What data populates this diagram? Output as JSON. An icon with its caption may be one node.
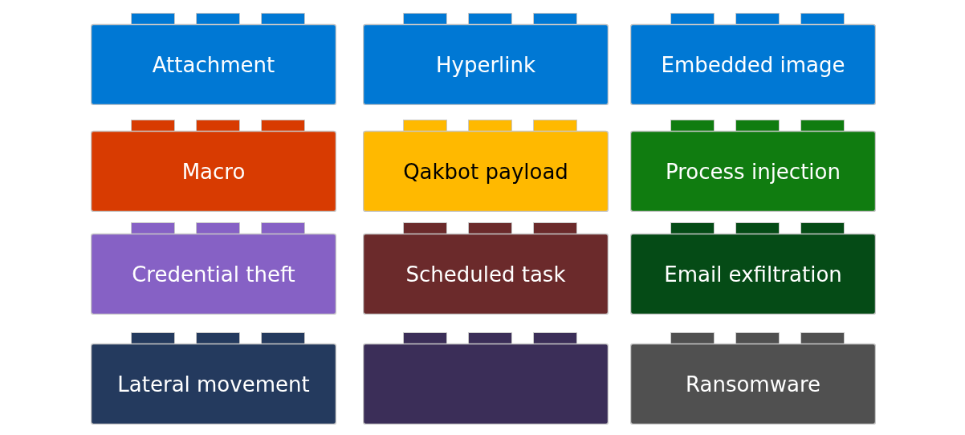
{
  "diagram": {
    "nodes": [
      {
        "text": [
          "Attachment"
        ]
      },
      {
        "text": [
          "Hyperlink"
        ]
      },
      {
        "text": [
          "Embedded image"
        ]
      },
      {
        "text": [
          "Macro"
        ]
      },
      {
        "text": [
          "Qakbot payload"
        ]
      },
      {
        "text": [
          "Process injection"
        ]
      },
      {
        "text": [
          "Credential theft"
        ]
      },
      {
        "text": [
          "Scheduled task"
        ]
      },
      {
        "text": [
          "Email exfiltration"
        ]
      },
      {
        "text": [
          "Lateral movement"
        ]
      },
      {
        "text": [],
        "shape": "box"
      },
      {
        "text": [
          "Ransomware"
        ]
      }
    ]
  }
}
